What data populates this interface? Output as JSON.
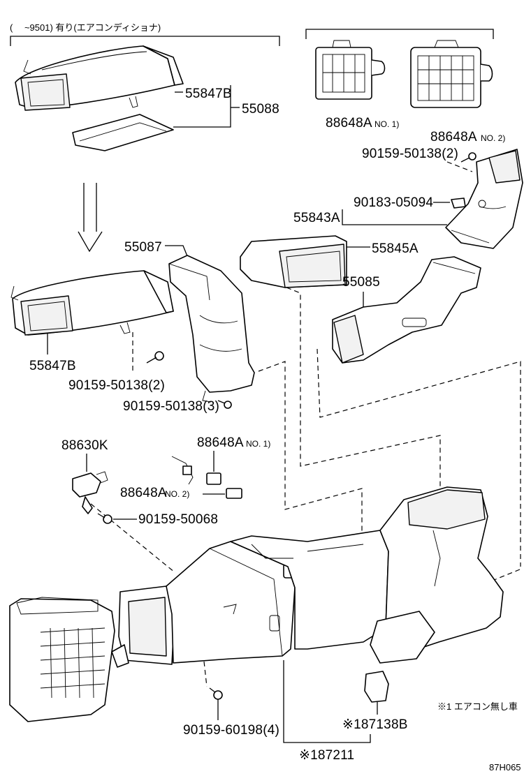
{
  "header_note": "(　 ~9501) 有り(エアコンディショナ)",
  "part_numbers": {
    "p55847B_top": "55847B",
    "p55088": "55088",
    "p88648A_1_top": "88648A",
    "p88648A_1_top_suffix": "NO. 1)",
    "p88648A_2_top": "88648A",
    "p88648A_2_top_suffix": "NO. 2)",
    "p90159_50138_2_top": "90159-50138(2)",
    "p90183_05094": "90183-05094",
    "p55843A": "55843A",
    "p55845A": "55845A",
    "p55087": "55087",
    "p55085": "55085",
    "p55847B_mid": "55847B",
    "p90159_50138_2_mid": "90159-50138(2)",
    "p90159_50138_3": "90159-50138(3)",
    "p88630K": "88630K",
    "p88648A_1_mid": "88648A",
    "p88648A_1_mid_suffix": "NO. 1)",
    "p88648A_2_mid": "88648A",
    "p88648A_2_mid_suffix": "NO. 2)",
    "p90159_50068": "90159-50068",
    "p90159_60198": "90159-60198(4)",
    "p87138B": "※187138B",
    "p87211": "※187211"
  },
  "footnote": "※1 エアコン無し車",
  "figure_code": "87H065",
  "icons": [
    "arrow-down-icon",
    "duct-icon",
    "connector-icon",
    "bolt-icon",
    "clip-icon",
    "blower-unit-icon"
  ]
}
